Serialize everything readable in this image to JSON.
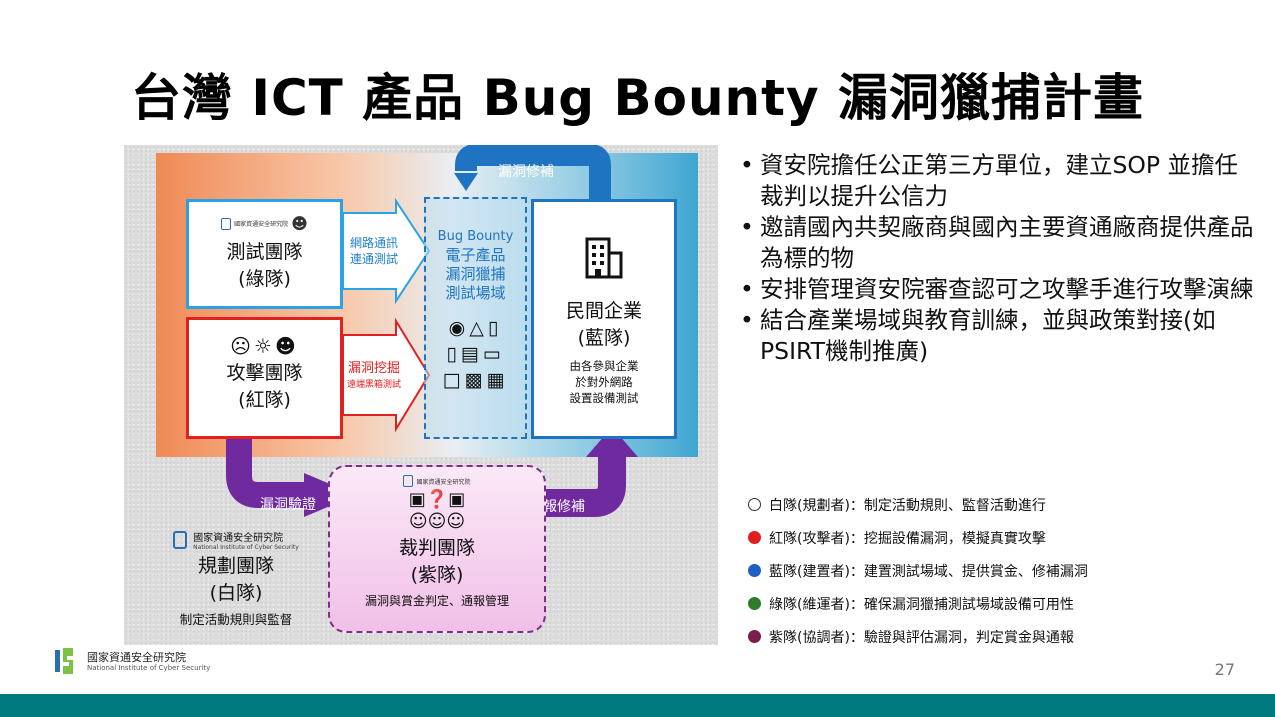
{
  "slide": {
    "title": "台灣 ICT 產品 Bug Bounty 漏洞獵捕計畫",
    "page_number": "27"
  },
  "diagram": {
    "green_team": {
      "name": "測試團隊",
      "color_label": "(綠隊)"
    },
    "red_team": {
      "name": "攻擊團隊",
      "color_label": "(紅隊)"
    },
    "blue_team": {
      "name": "民間企業",
      "color_label": "(藍隊)",
      "desc": [
        "由各參與企業",
        "於對外網路",
        "設置設備測試"
      ]
    },
    "venue": [
      "Bug Bounty",
      "電子產品",
      "漏洞獵捕",
      "測試場域"
    ],
    "purple_team": {
      "name": "裁判團隊",
      "color_label": "(紫隊)",
      "desc": "漏洞與賞金判定、通報管理"
    },
    "white_team": {
      "org": "國家資通安全研究院",
      "org_en": "National Institute of Cyber Security",
      "name": "規劃團隊",
      "color_label": "(白隊)",
      "desc": "制定活動規則與監督"
    },
    "arrows": {
      "network_test": [
        "網路通訊",
        "連通測試"
      ],
      "vuln_mining": [
        "漏洞挖掘",
        "遠端黑箱測試"
      ],
      "vuln_verify": "漏洞驗證",
      "report_fix": "通報修補",
      "vuln_patch": "漏洞修補"
    },
    "logo_small": {
      "org": "國家資通安全研究院",
      "org_en": "National Institute of Cyber Security"
    }
  },
  "bullets": [
    "資安院擔任公正第三方單位，建立SOP 並擔任裁判以提升公信力",
    "邀請國內共契廠商與國內主要資通廠商提供產品為標的物",
    "安排管理資安院審查認可之攻擊手進行攻擊演練",
    "結合產業場域與教育訓練，並與政策對接(如PSIRT機制推廣)"
  ],
  "legend": [
    {
      "text": "白隊(規劃者)：制定活動規則、監督活動進行",
      "color": "#ffffff",
      "border": "#333333"
    },
    {
      "text": "紅隊(攻擊者)：挖掘設備漏洞，模擬真實攻擊",
      "color": "#e01e1e",
      "border": "#e01e1e"
    },
    {
      "text": "藍隊(建置者)：建置測試場域、提供賞金、修補漏洞",
      "color": "#1f5fc4",
      "border": "#1f5fc4"
    },
    {
      "text": "綠隊(維運者)：確保漏洞獵捕測試場域設備可用性",
      "color": "#2f7d2a",
      "border": "#2f7d2a"
    },
    {
      "text": "紫隊(協調者)：驗證與評估漏洞，判定賞金與通報",
      "color": "#7a1e4a",
      "border": "#7a1e4a"
    }
  ],
  "footer": {
    "org": "國家資通安全研究院",
    "org_en": "National Institute of Cyber Security"
  },
  "colors": {
    "accent_bar": "#007a7e",
    "arrow_purple": "#6f2aa0",
    "arrow_blue": "#1f74c2"
  }
}
